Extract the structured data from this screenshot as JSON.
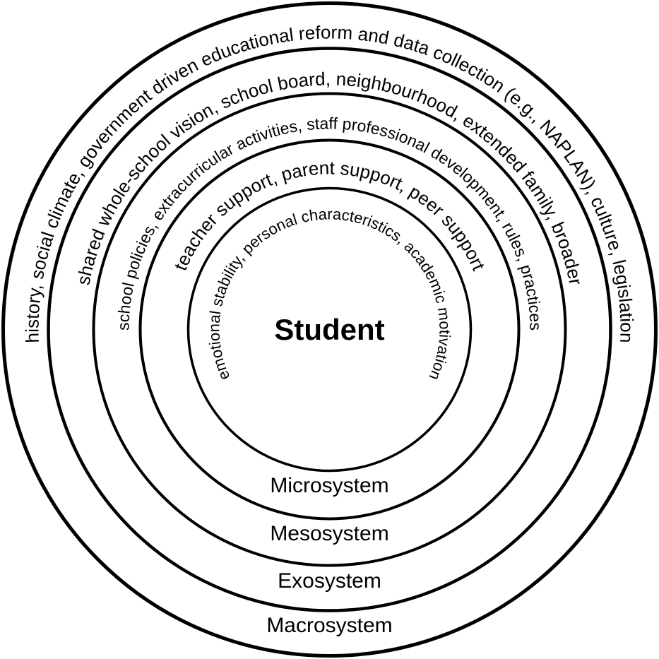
{
  "figure": {
    "type": "concentric-ecological-model",
    "center": {
      "label": "Student",
      "attributes_text": "emotional stability, personal characteristics, academic motivation"
    },
    "rings": [
      {
        "label": "Microsystem",
        "content": "teacher support, parent support, peer support"
      },
      {
        "label": "Mesosystem",
        "content": "school policies, extracurricular activities, staff professional development, rules, practices"
      },
      {
        "label": "Exosystem",
        "content": "shared whole-school vision, school board, neighbourhood, extended family, broader"
      },
      {
        "label": "Macrosystem",
        "content": "history, social climate, government driven educational reform and data collection (e.g., NAPLAN), culture, legislation"
      }
    ],
    "colors": {
      "stroke": "#000000",
      "text": "#000000",
      "background": "#ffffff"
    }
  }
}
